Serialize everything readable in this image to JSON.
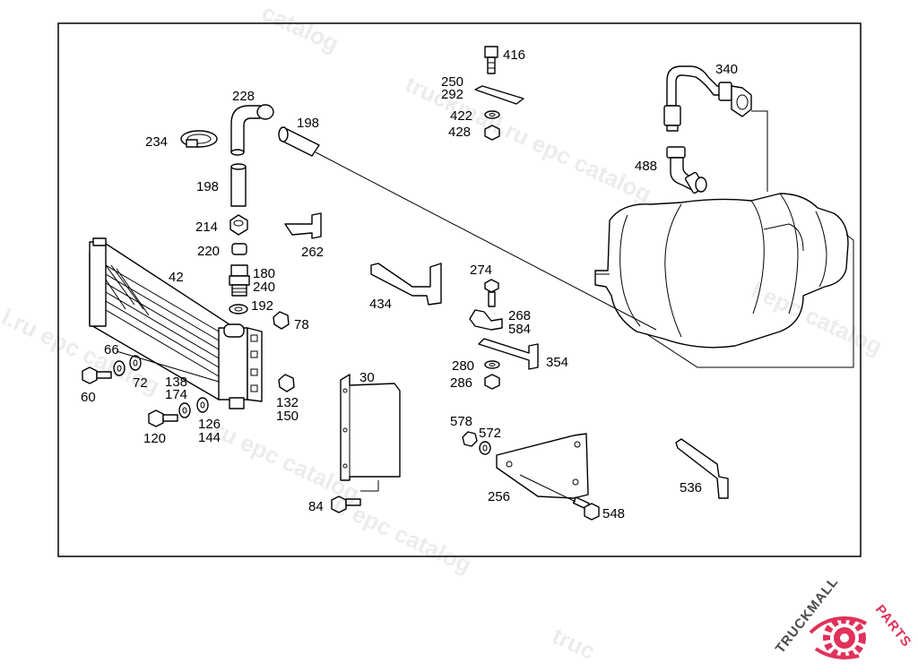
{
  "labels": {
    "p416": "416",
    "p250": "250",
    "p292": "292",
    "p422": "422",
    "p428": "428",
    "p340": "340",
    "p488": "488",
    "p228": "228",
    "p198a": "198",
    "p198b": "198",
    "p234": "234",
    "p214": "214",
    "p220": "220",
    "p262": "262",
    "p180": "180",
    "p240": "240",
    "p192": "192",
    "p78": "78",
    "p42": "42",
    "p434": "434",
    "p274": "274",
    "p268": "268",
    "p584": "584",
    "p354": "354",
    "p280": "280",
    "p286": "286",
    "p66": "66",
    "p72": "72",
    "p60": "60",
    "p138": "138",
    "p174": "174",
    "p126": "126",
    "p144": "144",
    "p120": "120",
    "p132": "132",
    "p150": "150",
    "p30": "30",
    "p84": "84",
    "p578": "578",
    "p572": "572",
    "p256": "256",
    "p548": "548",
    "p536": "536"
  },
  "watermark": {
    "catalog_text": "catalog",
    "site_text": "truckmall.ru epc catalog",
    "epc_text": "l.ru epc catalog",
    "epc2_text": "ru epc catalog",
    "side_text": "l epc catalog",
    "bottom_text": "u epc catalog",
    "edge_text": "truc"
  },
  "logo": {
    "text_left": "TRUCKMALL",
    "text_right": "PARTS",
    "color_dark": "#4a4a4a",
    "color_brand": "#e0325a"
  }
}
